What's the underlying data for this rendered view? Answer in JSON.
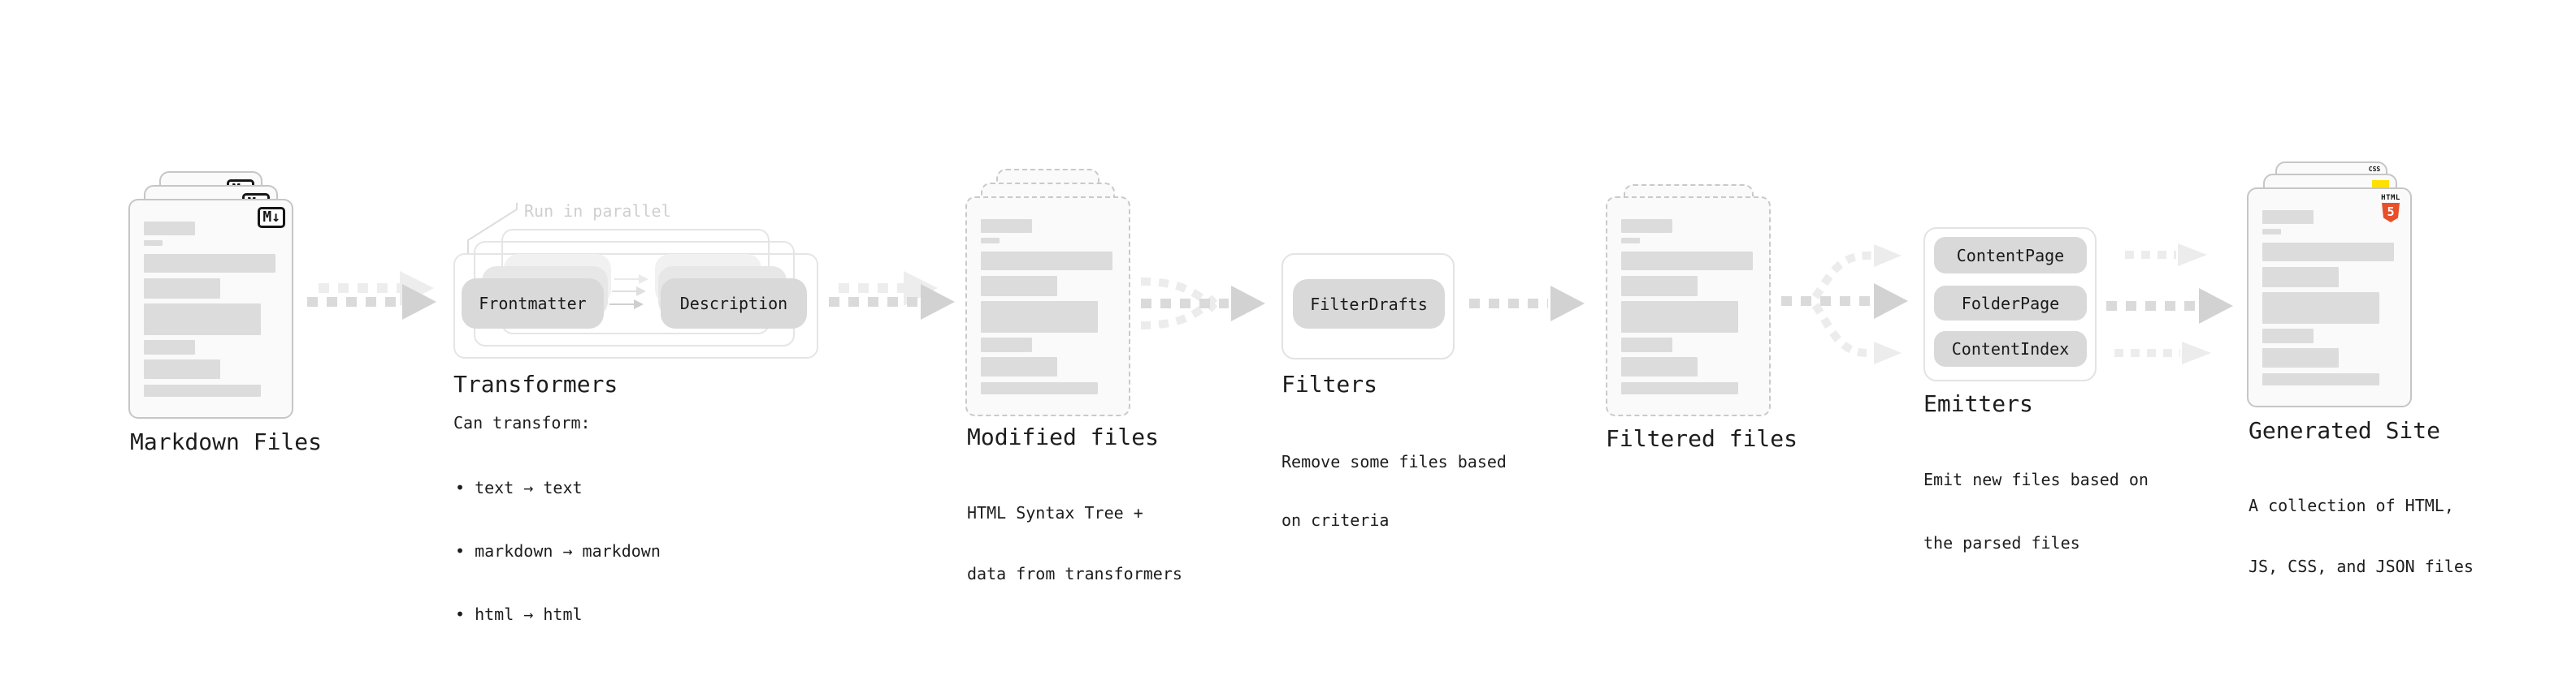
{
  "colors": {
    "html5_orange": "#e8502a",
    "js_yellow": "#ffe000",
    "css_blue": "#2965f1",
    "arrow_gray": "#d2d2d2",
    "arrow_light": "#ededed"
  },
  "markdown": {
    "badge": "M↓",
    "title": "Markdown Files"
  },
  "transformers": {
    "parallel_label": "Run in parallel",
    "pill_left": "Frontmatter",
    "pill_right": "Description",
    "title": "Transformers",
    "subtitle": "Can transform:",
    "bullets": [
      "• text → text",
      "• markdown → markdown",
      "• html → html"
    ]
  },
  "modified": {
    "title": "Modified files",
    "caption": [
      "HTML Syntax Tree +",
      "data from transformers"
    ]
  },
  "filters": {
    "pill": "FilterDrafts",
    "title": "Filters",
    "caption": [
      "Remove some files based",
      "on criteria"
    ]
  },
  "filtered": {
    "title": "Filtered files"
  },
  "emitters": {
    "pills": [
      "ContentPage",
      "FolderPage",
      "ContentIndex"
    ],
    "title": "Emitters",
    "caption": [
      "Emit new files based on",
      "the parsed files"
    ]
  },
  "generated": {
    "badge_css": "CSS",
    "badge_html_label": "HTML",
    "badge_html_number": "5",
    "title": "Generated Site",
    "caption": [
      "A collection of HTML,",
      "JS, CSS, and JSON files"
    ]
  }
}
